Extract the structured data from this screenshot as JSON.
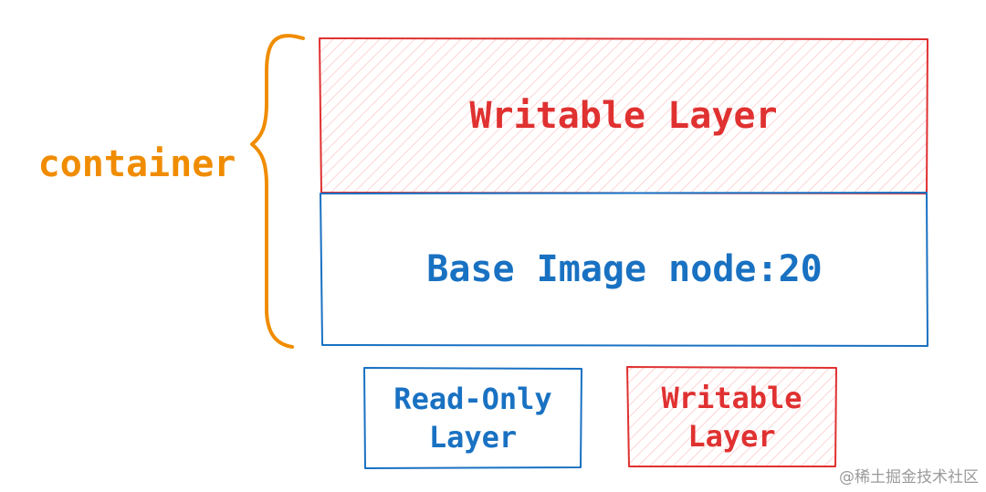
{
  "diagram": {
    "writable_layer": {
      "label": "Writable Layer"
    },
    "base_image": {
      "label": "Base Image node:20"
    },
    "container": {
      "label": "container"
    },
    "legend": {
      "read_only": {
        "line1": "Read-Only",
        "line2": "Layer"
      },
      "writable": {
        "line1": "Writable",
        "line2": "Layer"
      }
    },
    "colors": {
      "writable": "#e03131",
      "writable_fill": "#ffc9c9",
      "base": "#1971c2",
      "container": "#f08c00"
    }
  },
  "watermark": "@稀土掘金技术社区"
}
